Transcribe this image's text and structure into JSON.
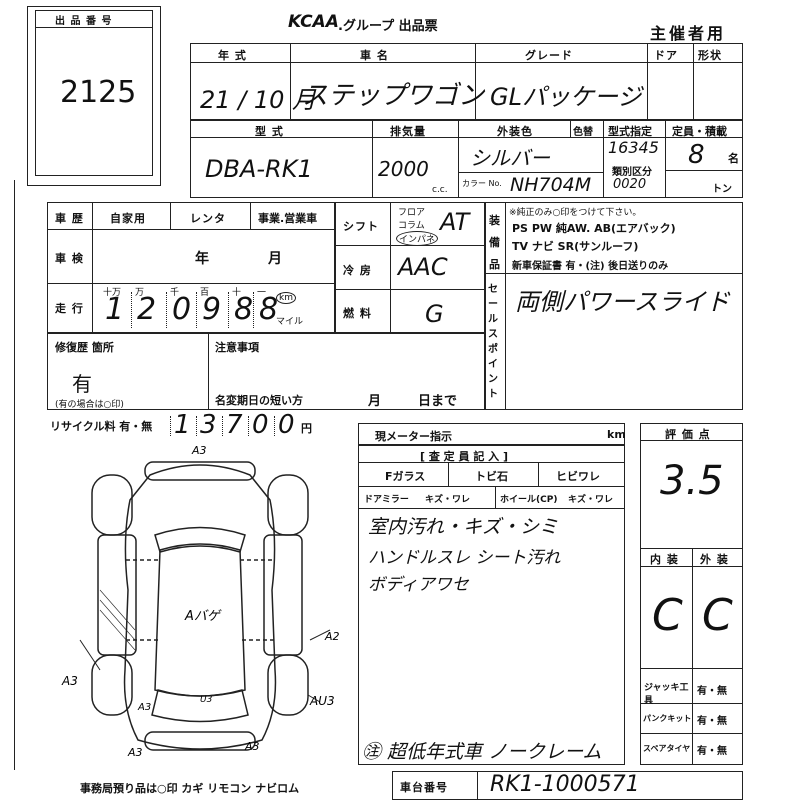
{
  "lot_label": "出 品 番 号",
  "lot_number": "2125",
  "logo": "KCAA",
  "header_title": ".グループ 出品票",
  "organizer": "主催者用",
  "row1": {
    "year_label": "年 式",
    "year_value": "21 / 10 月",
    "name_label": "車 名",
    "name_value": "ステップワゴン",
    "grade_label": "グレード",
    "grade_value": "GLパッケージ",
    "door_label": "ドア",
    "shape_label": "形状"
  },
  "row2": {
    "model_label": "型 式",
    "model_value": "DBA-RK1",
    "disp_label": "排気量",
    "disp_value": "2000",
    "cc": "c.c.",
    "color_label": "外装色",
    "color_value": "シルバー",
    "color_change": "色替",
    "colorno_label": "カラー No.",
    "colorno_value": "NH704M",
    "type_label": "型式指定",
    "type_value": "16345",
    "class_label": "類別区分",
    "class_value": "0020",
    "cap_label": "定員・積載",
    "cap_value": "8",
    "cap_unit": "名",
    "ton": "トン"
  },
  "usage": {
    "label": "車 歴",
    "own": "自家用",
    "rental": "レンタ",
    "business": "事業.営業車"
  },
  "inspection": {
    "label": "車 検",
    "year": "年",
    "month": "月"
  },
  "mileage": {
    "label": "走 行",
    "units": [
      "十万",
      "万",
      "千",
      "百",
      "十",
      "一"
    ],
    "digits": [
      "1",
      "2",
      "0",
      "9",
      "8",
      "8"
    ],
    "km": "km",
    "mile": "マイル"
  },
  "shift": {
    "label": "シフト",
    "opts": [
      "フロア",
      "コラム",
      "インパネ"
    ],
    "value": "AT"
  },
  "ac": {
    "label": "冷 房",
    "value": "AAC"
  },
  "fuel": {
    "label": "燃 料",
    "value": "G"
  },
  "equipment": {
    "label": "装備品",
    "note": "※純正のみ○印をつけて下さい。",
    "line1": "PS  PW  純AW. AB(エアバック)",
    "line2": "TV  ナビ  SR(サンルーフ)",
    "line3": "新車保証書 有・(注) 後日送りのみ"
  },
  "sales": {
    "label": "セールスポイント",
    "value": "両側パワースライド"
  },
  "repair": {
    "label": "修復歴 箇所",
    "value": "有",
    "note": "(有の場合は○印)"
  },
  "notes": {
    "label": "注意事項",
    "reg_label": "名変期日の短い方",
    "month": "月",
    "day": "日まで"
  },
  "recycle": {
    "label": "リサイクル料 有・無",
    "digits": [
      "1",
      "3",
      "7",
      "0",
      "0"
    ],
    "yen": "円"
  },
  "meter": {
    "label": "現メーター指示",
    "km": "km"
  },
  "inspector": {
    "label": "[ 査 定 員 記 入 ]",
    "glass": "Fガラス",
    "tobi": "トビ石",
    "crack": "ヒビワレ",
    "mirror": "ドアミラー",
    "mirror_val": "キズ・ワレ",
    "wheel": "ホイール(CP)",
    "wheel_val": "キズ・ワレ",
    "comments": [
      "室内汚れ・キズ・シミ",
      "ハンドルスレ シート汚れ",
      "ボディアワセ"
    ],
    "remark": "㊟ 超低年式車 ノークレーム"
  },
  "score": {
    "label": "評 価 点",
    "value": "3.5"
  },
  "interior": {
    "label": "内 装",
    "value": "C"
  },
  "exterior": {
    "label": "外 装",
    "value": "C"
  },
  "jack": {
    "label": "ジャッキ工具",
    "value": "有・無"
  },
  "puncture": {
    "label": "パンクキット",
    "value": "有・無"
  },
  "spare": {
    "label": "スペアタイヤ",
    "value": "有・無"
  },
  "chassis": {
    "label": "車台番号",
    "value": "RK1-1000571"
  },
  "footer": "事務局預り品は○印   カギ  リモコン  ナビロム",
  "diagram_marks": [
    "A3",
    "A2",
    "A3",
    "AU3",
    "U3",
    "A3",
    "A3",
    "A3",
    "Aバゲ"
  ]
}
